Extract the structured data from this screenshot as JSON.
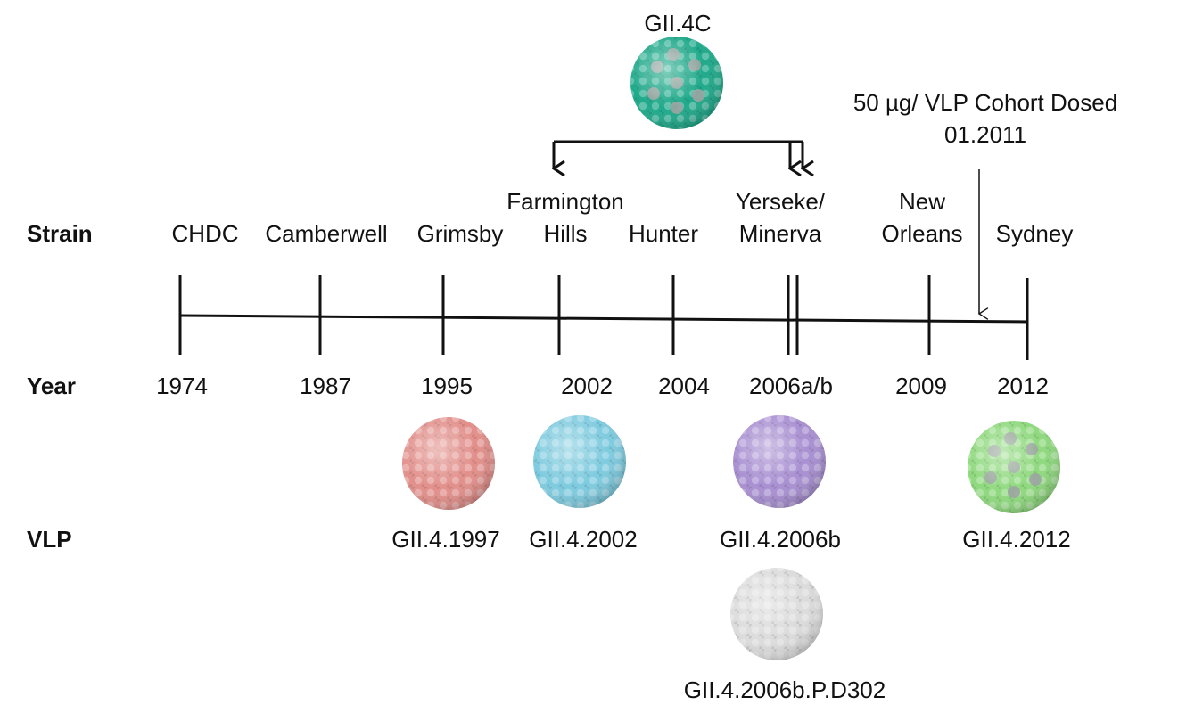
{
  "row_headers": {
    "strain": "Strain",
    "year": "Year",
    "vlp": "VLP"
  },
  "strains": [
    {
      "line1": "",
      "line2": "CHDC"
    },
    {
      "line1": "",
      "line2": "Camberwell"
    },
    {
      "line1": "",
      "line2": "Grimsby"
    },
    {
      "line1": "Farmington",
      "line2": "Hills"
    },
    {
      "line1": "",
      "line2": "Hunter"
    },
    {
      "line1": "Yerseke/",
      "line2": "Minerva"
    },
    {
      "line1": "New",
      "line2": "Orleans"
    },
    {
      "line1": "",
      "line2": "Sydney"
    }
  ],
  "years": [
    "1974",
    "1987",
    "1995",
    "2002",
    "2004",
    "2006a/b",
    "2009",
    "2012"
  ],
  "chimera": {
    "label": "GII.4C",
    "color": "#1fa98a",
    "spot_color": "#9aa3a0"
  },
  "cohort_note": {
    "line1": "50 µg/ VLP Cohort Dosed",
    "line2": "01.2011"
  },
  "vlps": [
    {
      "label": "GII.4.1997",
      "color": "#e28f8a"
    },
    {
      "label": "GII.4.2002",
      "color": "#7ecbdf"
    },
    {
      "label": "GII.4.2006b",
      "color": "#a990d2"
    },
    {
      "label": "GII.4.2012",
      "color": "#8fd97e",
      "spot_color": "#9aa3a0"
    },
    {
      "label": "GII.4.2006b.P.D302",
      "color": "#dcdcdc"
    }
  ]
}
